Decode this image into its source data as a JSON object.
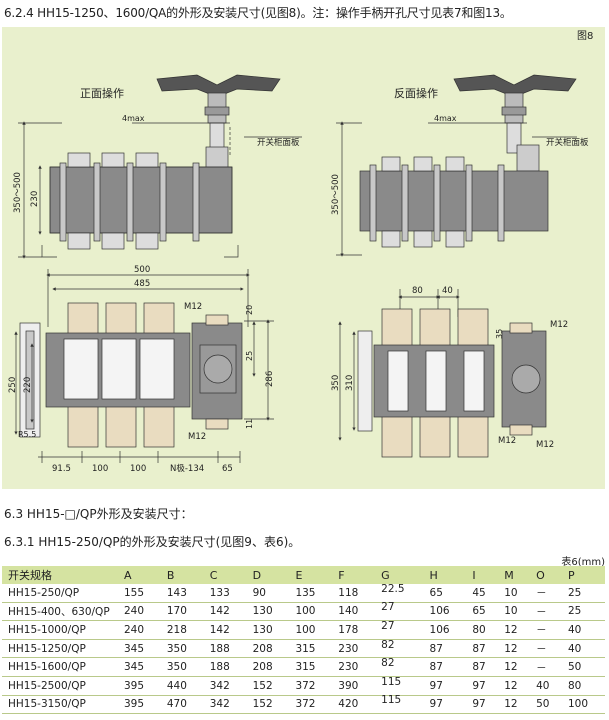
{
  "heading_1": "6.2.4 HH15-1250、1600/QA的外形及安装尺寸(见图8)。注：操作手柄开孔尺寸见表7和图13。",
  "figure": {
    "label": "图8",
    "front_title": "正面操作",
    "back_title": "反面操作",
    "dim_4max": "4max",
    "panel_label": "开关柜面板",
    "dim_350_500": "350～500",
    "dim_230": "230",
    "dim_500": "500",
    "dim_485": "485",
    "dim_m12": "M12",
    "dim_20": "20",
    "dim_25": "25",
    "dim_250": "250",
    "dim_220": "220",
    "dim_286": "286",
    "dim_11": "11",
    "dim_r5_5": "R5.5",
    "dim_91_5": "91.5",
    "dim_100a": "100",
    "dim_100b": "100",
    "dim_n134": "N极-134",
    "dim_65": "65",
    "dim_80": "80",
    "dim_40": "40",
    "dim_35": "35",
    "dim_350": "350",
    "dim_310": "310"
  },
  "heading_2": "6.3 HH15-□/QP外形及安装尺寸：",
  "heading_3": "6.3.1 HH15-250/QP的外形及安装尺寸(见图9、表6)。",
  "table": {
    "caption": "表6(mm)",
    "headers": [
      "开关规格",
      "A",
      "B",
      "C",
      "D",
      "E",
      "F",
      "G",
      "H",
      "I",
      "M",
      "O",
      "P"
    ],
    "rows": [
      [
        "HH15-250/QP",
        "155",
        "143",
        "133",
        "90",
        "135",
        "118",
        "22.5",
        "65",
        "45",
        "10",
        "－",
        "25"
      ],
      [
        "HH15-400、630/QP",
        "240",
        "170",
        "142",
        "130",
        "100",
        "140",
        "27",
        "106",
        "65",
        "10",
        "－",
        "25"
      ],
      [
        "HH15-1000/QP",
        "240",
        "218",
        "142",
        "130",
        "100",
        "178",
        "27",
        "106",
        "80",
        "12",
        "－",
        "40"
      ],
      [
        "HH15-1250/QP",
        "345",
        "350",
        "188",
        "208",
        "315",
        "230",
        "82",
        "87",
        "87",
        "12",
        "－",
        "40"
      ],
      [
        "HH15-1600/QP",
        "345",
        "350",
        "188",
        "208",
        "315",
        "230",
        "82",
        "87",
        "87",
        "12",
        "－",
        "50"
      ],
      [
        "HH15-2500/QP",
        "395",
        "440",
        "342",
        "152",
        "372",
        "390",
        "115",
        "97",
        "97",
        "12",
        "40",
        "80"
      ],
      [
        "HH15-3150/QP",
        "395",
        "470",
        "342",
        "152",
        "372",
        "420",
        "115",
        "97",
        "97",
        "12",
        "50",
        "100"
      ]
    ]
  },
  "colors": {
    "panel_bg": "#e9f0cd",
    "table_header_bg": "#d5e3a1",
    "body_gray": "#8a8a8a",
    "copper": "#e9dcc0"
  }
}
